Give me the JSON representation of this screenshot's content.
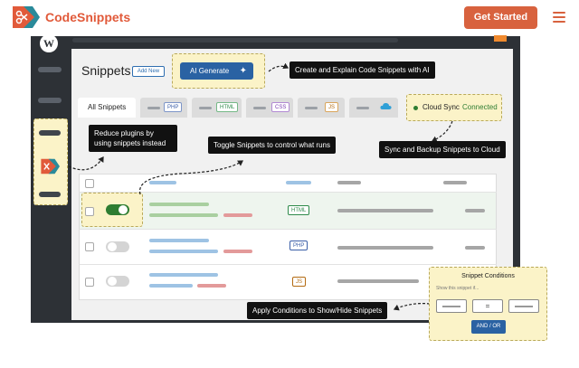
{
  "nav": {
    "brand": "CodeSnippets",
    "cta_label": "Get Started",
    "brand_color": "#e15a3a",
    "cta_color": "#d8623e"
  },
  "sidebar": {
    "wp_logo": "W"
  },
  "panel": {
    "title": "Snippets",
    "add_new_label": "Add New",
    "ai_button_label": "AI Generate",
    "tabs": [
      {
        "label": "All Snippets"
      },
      {
        "badge": "PHP"
      },
      {
        "badge": "HTML"
      },
      {
        "badge": "CSS"
      },
      {
        "badge": "JS"
      },
      {
        "icon": "cloud-icon"
      }
    ],
    "cloud_sync_label": "Cloud Sync",
    "cloud_sync_status": "Connected"
  },
  "table": {
    "rows": [
      {
        "enabled": true,
        "type": "HTML"
      },
      {
        "enabled": false,
        "type": "PHP"
      },
      {
        "enabled": false,
        "type": "JS"
      }
    ]
  },
  "callouts": {
    "ai": "Create and Explain Code Snippets with AI",
    "reduce_plugins": "Reduce plugins by using snippets instead",
    "toggle": "Toggle Snippets to control what runs",
    "sync": "Sync and Backup Snippets to Cloud",
    "conditions": "Apply Conditions to Show/Hide Snippets"
  },
  "conditions": {
    "title": "Snippet Conditions",
    "subtitle": "Show this snippet if...",
    "operator": "=",
    "button_label": "AND / OR"
  }
}
